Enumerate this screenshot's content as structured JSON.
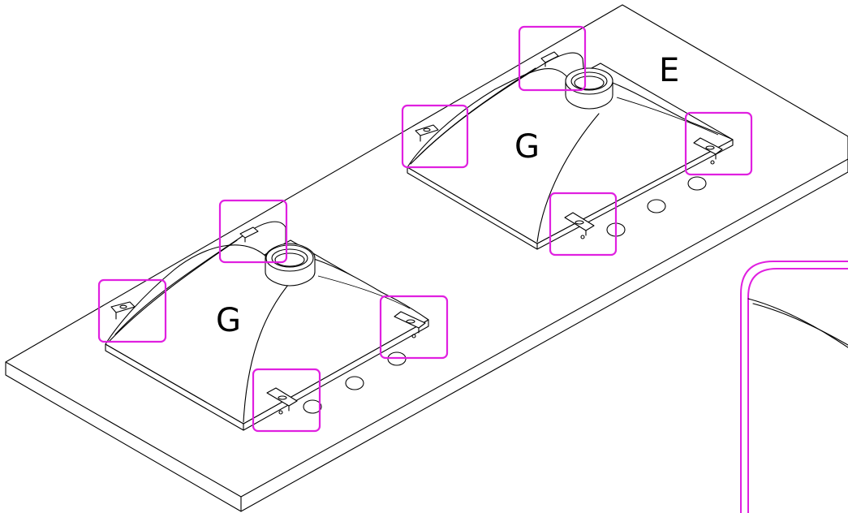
{
  "labels": {
    "panel": "E",
    "hood_left": "G",
    "hood_right": "G"
  },
  "colors": {
    "highlight": "#e020e0",
    "line": "#000000",
    "background": "#ffffff"
  }
}
